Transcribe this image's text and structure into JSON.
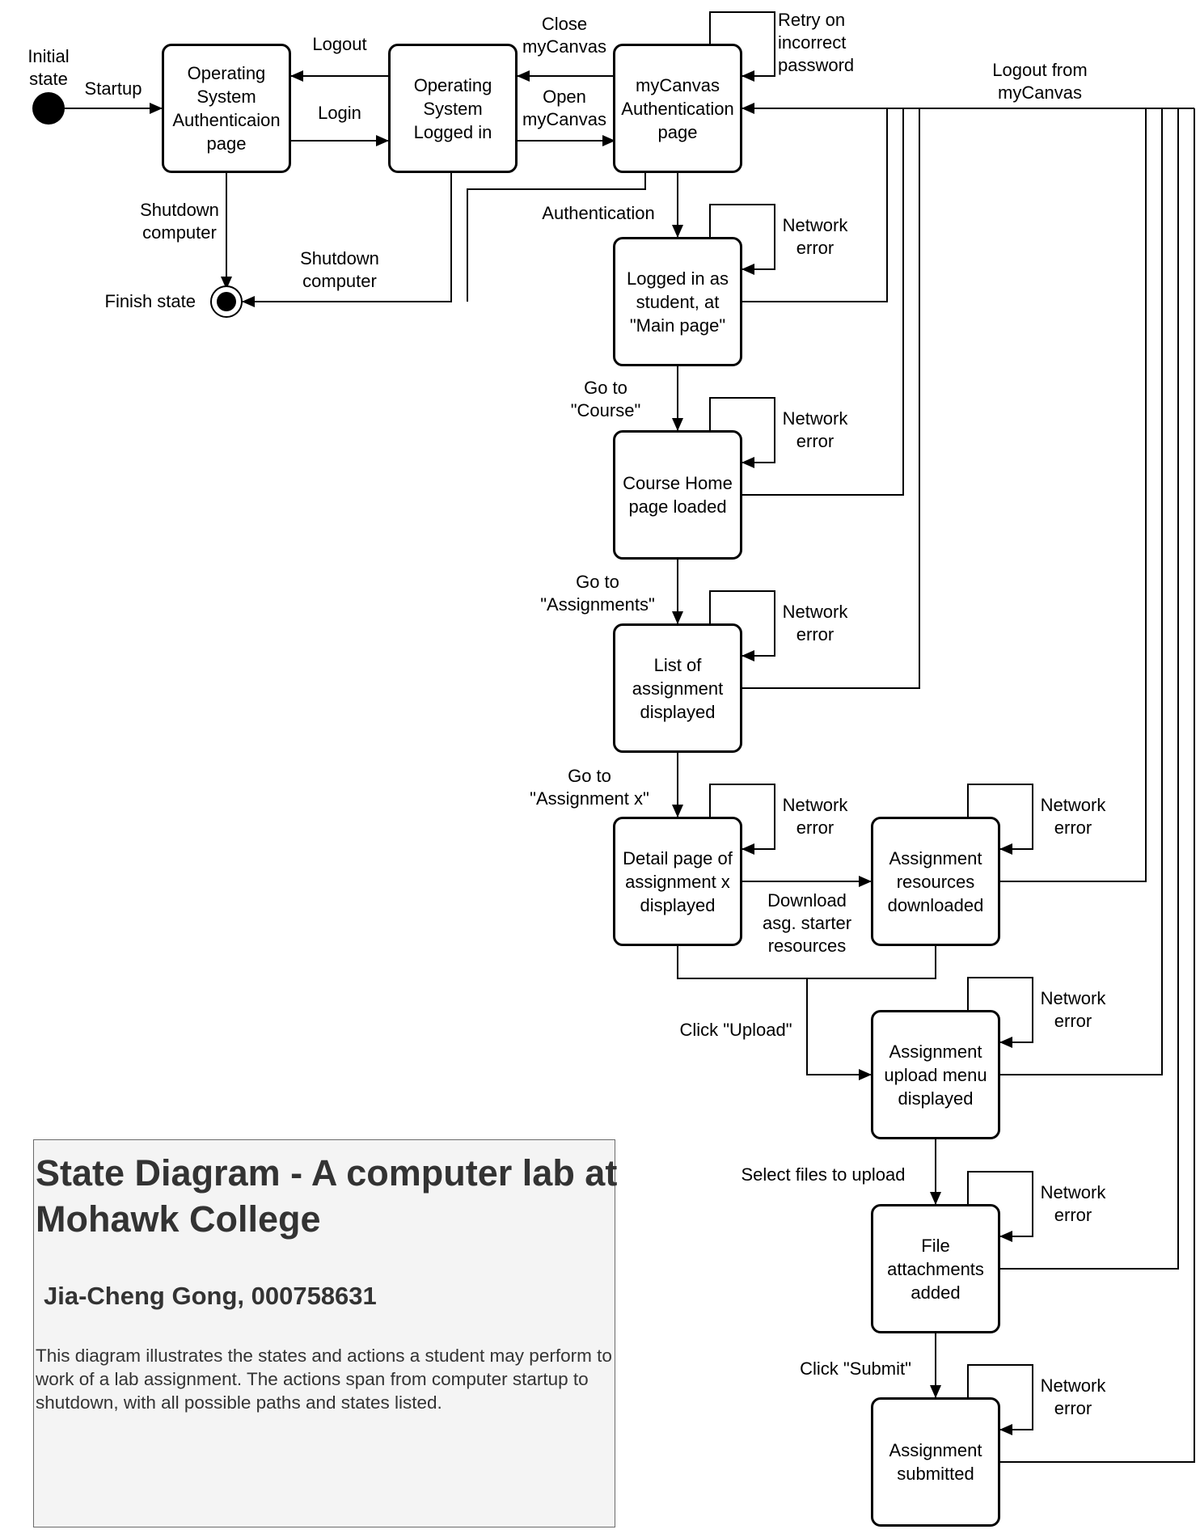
{
  "nodes": {
    "os_auth": "Operating\nSystem\nAuthenticaion\npage",
    "os_logged": "Operating\nSystem\nLogged in",
    "mycanvas_auth": "myCanvas\nAuthentication\npage",
    "main_page": "Logged in as\nstudent, at\n\"Main page\"",
    "course_home": "Course Home\npage loaded",
    "assignment_list": "List of\nassignment\ndisplayed",
    "detail_page": "Detail page of\nassignment x\ndisplayed",
    "resources": "Assignment\nresources\ndownloaded",
    "upload_menu": "Assignment\nupload menu\ndisplayed",
    "attachments": "File\nattachments\nadded",
    "submitted": "Assignment\nsubmitted"
  },
  "labels": {
    "initial_state": "Initial\nstate",
    "finish_state": "Finish state",
    "startup": "Startup",
    "logout": "Logout",
    "login": "Login",
    "shutdown_1": "Shutdown\ncomputer",
    "shutdown_2": "Shutdown\ncomputer",
    "close_mycanvas": "Close\nmyCanvas",
    "open_mycanvas": "Open\nmyCanvas",
    "retry": "Retry on\nincorrect\npassword",
    "logout_mycanvas": "Logout from\nmyCanvas",
    "authentication": "Authentication",
    "go_course": "Go to\n\"Course\"",
    "go_assignments": "Go to\n\"Assignments\"",
    "go_assignment_x": "Go to\n\"Assignment x\"",
    "download": "Download\nasg. starter\nresources",
    "click_upload": "Click \"Upload\"",
    "select_files": "Select files to upload",
    "click_submit": "Click \"Submit\"",
    "network_error": "Network\nerror"
  },
  "info": {
    "title": "State Diagram - A computer lab at Mohawk College",
    "author": "Jia-Cheng Gong, 000758631",
    "description": "This diagram illustrates the states and actions a student may perform to work of a lab assignment. The actions span from computer startup to shutdown, with all possible paths and states listed."
  }
}
